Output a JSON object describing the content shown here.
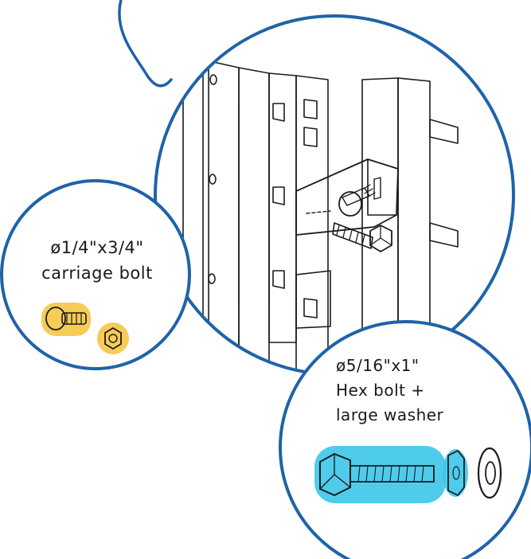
{
  "callouts": [
    {
      "id": "carriage",
      "lines": [
        "ø1/4\"x3/4\"",
        "carriage bolt"
      ],
      "highlight_color": "#f5c23a"
    },
    {
      "id": "hex",
      "lines": [
        "ø5/16\"x1\"",
        "Hex bolt +",
        "large washer"
      ],
      "highlight_color": "#3cc6ea"
    }
  ],
  "colors": {
    "outline": "#1f63a8",
    "post_front": "#d6d6d6",
    "post_side": "#b9b9b9",
    "beam_dark": "#6f6f6f",
    "bracket": "#e9e9e9"
  },
  "icons": [
    "carriage-bolt-icon",
    "hex-nut-icon",
    "hex-bolt-icon",
    "washer-icon"
  ]
}
